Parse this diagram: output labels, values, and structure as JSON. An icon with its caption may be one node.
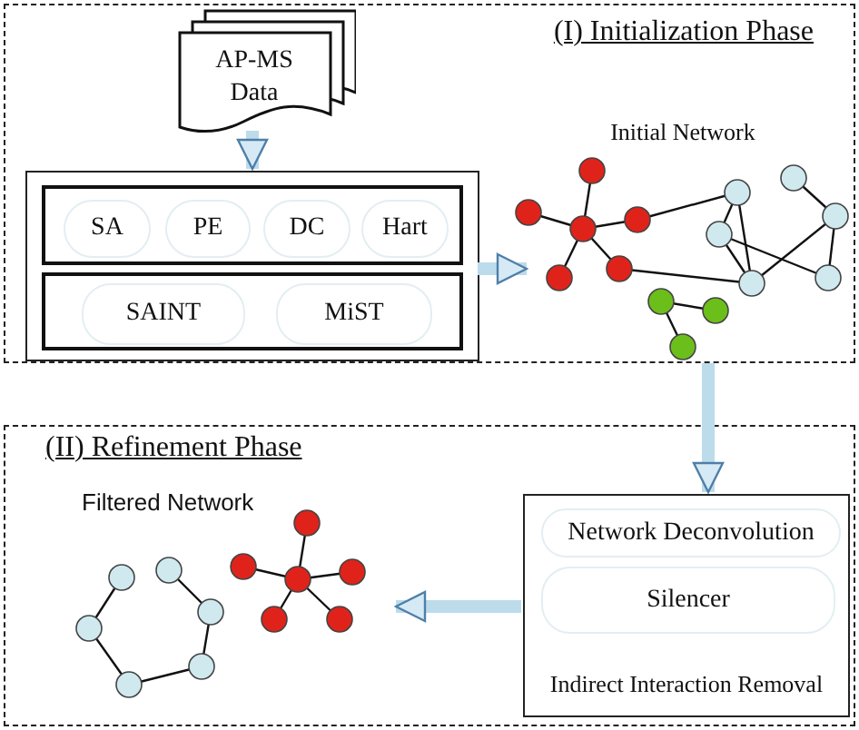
{
  "diagram": {
    "nodes": [
      {
        "text": [
          "(I) Initialization Phase"
        ]
      },
      {
        "text": [
          "AP-MS Data"
        ],
        "in": 0
      },
      {
        "text": [],
        "shape": "box",
        "in": 0
      },
      {
        "text": [],
        "shape": "box",
        "in": 2
      },
      {
        "text": [
          "SA"
        ],
        "in": 3
      },
      {
        "text": [
          "PE"
        ],
        "in": 3
      },
      {
        "text": [
          "DC"
        ],
        "in": 3
      },
      {
        "text": [
          "Hart"
        ],
        "in": 3
      },
      {
        "text": [],
        "shape": "box",
        "in": 2
      },
      {
        "text": [
          "SAINT"
        ],
        "in": 8
      },
      {
        "text": [
          "MiST"
        ],
        "in": 8
      },
      {
        "text": [
          "Initial Network"
        ],
        "in": 0
      },
      {
        "text": [
          "(II) Refinement Phase"
        ]
      },
      {
        "text": [
          "Indirect Interaction Removal"
        ],
        "in": 12
      },
      {
        "text": [
          "Network Deconvolution"
        ],
        "in": 13
      },
      {
        "text": [
          "Silencer"
        ],
        "in": 13
      },
      {
        "text": [
          "Filtered Network"
        ],
        "in": 12
      }
    ],
    "edges": [
      {
        "from": 1,
        "to": 2,
        "arrow": "to"
      },
      {
        "from": 2,
        "to": 11,
        "arrow": "to"
      },
      {
        "from": 11,
        "to": 13,
        "arrow": "to"
      },
      {
        "from": 13,
        "to": 16,
        "arrow": "to"
      }
    ]
  }
}
